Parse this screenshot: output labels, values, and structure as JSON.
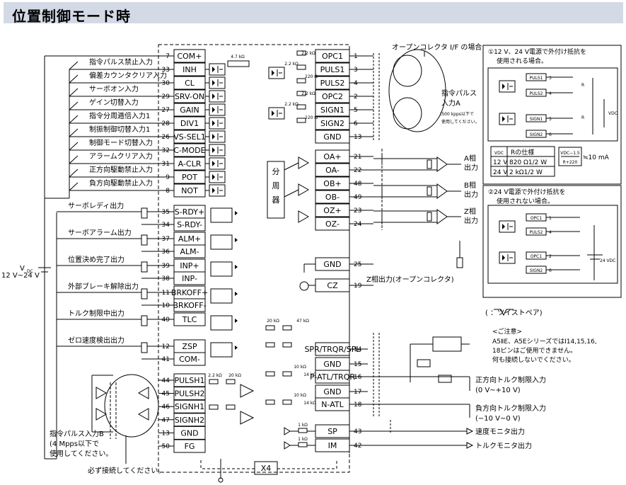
{
  "title": "位置制御モード時",
  "left_inputs": [
    {
      "pin": "7",
      "name": "COM+",
      "label": ""
    },
    {
      "pin": "33",
      "name": "INH",
      "label": "指令パルス禁止入力"
    },
    {
      "pin": "30",
      "name": "CL",
      "label": "偏差カウンタクリア入力"
    },
    {
      "pin": "29",
      "name": "SRV-ON",
      "label": "サーボオン入力"
    },
    {
      "pin": "27",
      "name": "GAIN",
      "label": "ゲイン切替入力"
    },
    {
      "pin": "28",
      "name": "DIV1",
      "label": "指令分周逓倍入力1"
    },
    {
      "pin": "26",
      "name": "VS-SEL1",
      "label": "制振制御切替入力1"
    },
    {
      "pin": "32",
      "name": "C-MODE",
      "label": "制御モード切替入力"
    },
    {
      "pin": "31",
      "name": "A-CLR",
      "label": "アラームクリア入力"
    },
    {
      "pin": "9",
      "name": "POT",
      "label": "正方向駆動禁止入力"
    },
    {
      "pin": "8",
      "name": "NOT",
      "label": "負方向駆動禁止入力"
    }
  ],
  "left_outputs": [
    {
      "p1": "35",
      "n1": "S-RDY+",
      "p2": "34",
      "n2": "S-RDY-",
      "label": "サーボレディ出力"
    },
    {
      "p1": "37",
      "n1": "ALM+",
      "p2": "36",
      "n2": "ALM-",
      "label": "サーボアラーム出力"
    },
    {
      "p1": "39",
      "n1": "INP+",
      "p2": "38",
      "n2": "INP-",
      "label": "位置決め完了出力"
    },
    {
      "p1": "11",
      "n1": "BRKOFF+",
      "p2": "10",
      "n2": "BRKOFF-",
      "label": "外部ブレーキ解除出力"
    },
    {
      "p1": "40",
      "n1": "TLC",
      "p2": "",
      "n2": "",
      "label": "トルク制限中出力"
    },
    {
      "p1": "12",
      "n1": "ZSP",
      "p2": "41",
      "n2": "COM-",
      "label": "ゼロ速度検出出力"
    }
  ],
  "pulse_b": [
    {
      "pin": "44",
      "name": "PULSH1"
    },
    {
      "pin": "45",
      "name": "PULSH2"
    },
    {
      "pin": "46",
      "name": "SIGNH1"
    },
    {
      "pin": "47",
      "name": "SIGNH2"
    },
    {
      "pin": "13",
      "name": "GND"
    },
    {
      "pin": "50",
      "name": "FG"
    }
  ],
  "right_pins": [
    {
      "pin": "1",
      "name": "OPC1"
    },
    {
      "pin": "3",
      "name": "PULS1"
    },
    {
      "pin": "4",
      "name": "PULS2"
    },
    {
      "pin": "2",
      "name": "OPC2"
    },
    {
      "pin": "5",
      "name": "SIGN1"
    },
    {
      "pin": "6",
      "name": "SIGN2"
    },
    {
      "pin": "13",
      "name": "GND"
    },
    {
      "pin": "21",
      "name": "OA+"
    },
    {
      "pin": "22",
      "name": "OA-"
    },
    {
      "pin": "48",
      "name": "OB+"
    },
    {
      "pin": "49",
      "name": "OB-"
    },
    {
      "pin": "23",
      "name": "OZ+"
    },
    {
      "pin": "24",
      "name": "OZ-"
    },
    {
      "pin": "25",
      "name": "GND"
    },
    {
      "pin": "19",
      "name": "CZ"
    }
  ],
  "analog_pins": [
    {
      "pin": "14",
      "name": "SPR/TRQR/SPL"
    },
    {
      "pin": "15",
      "name": "GND"
    },
    {
      "pin": "16",
      "name": "P-ATL/TRQR"
    },
    {
      "pin": "17",
      "name": "GND"
    },
    {
      "pin": "18",
      "name": "N-ATL"
    },
    {
      "pin": "43",
      "name": "SP"
    },
    {
      "pin": "42",
      "name": "IM"
    }
  ],
  "labels": {
    "vdc": "V",
    "vdc_sub": "DC",
    "vdc_range": "12 V~24 V",
    "open_collector_if": "オープンコレクタ I/F の場合",
    "pulse_a_1": "指令パルス",
    "pulse_a_2": "入力A",
    "pulse_a_3": "(500 kpps以下で",
    "pulse_a_4": "使用してください。",
    "divider": "分周器",
    "a_phase_1": "A相",
    "a_phase_2": "出力",
    "b_phase_1": "B相",
    "b_phase_2": "出力",
    "z_phase_1": "Z相",
    "z_phase_2": "出力",
    "z_open_collector": "Z相出力(オープンコレクタ)",
    "twisted_pair": "(     ：ツイストペア)",
    "note_title": "<ご注意>",
    "note_1": "A5ⅡE、A5EシリーズではI14,15,16,",
    "note_2": "18ピンはご使用できません。",
    "note_3": "何も接続しないでください。",
    "pulse_b_1": "指令パルス入力B",
    "pulse_b_2": "(4 Mpps以下で",
    "pulse_b_3": "使用してください。",
    "must_connect": "必ず接続してください。",
    "x4": "X4",
    "torque_plus_1": "正方向トルク制限入力",
    "torque_plus_2": "(0 V~+10 V)",
    "torque_minus_1": "負方向トルク制限入力",
    "torque_minus_2": "(−10 V~0 V)",
    "speed_monitor": "速度モニタ出力",
    "torque_monitor": "トルクモニタ出力",
    "r_4k7": "4.7 kΩ",
    "r_2k2": "2.2 kΩ",
    "r_220": "220 Ω",
    "r_1k": "1 kΩ",
    "r_20k": "20 kΩ",
    "r_47k": "47 kΩ",
    "r_10k": "10 kΩ",
    "r_14k": "14 kΩ"
  },
  "ext1": {
    "title_1": "①12 V、24 V電源で外付け抵抗を",
    "title_2": "使用される場合。",
    "col_vdc": "VDC",
    "col_r": "Rの仕様",
    "row1_v": "12 V",
    "row1_r": "820 Ω1/2 W",
    "row2_v": "24 V",
    "row2_r": "2 kΩ1/2 W",
    "formula_top": "VDC−1.5",
    "formula_bottom": "R+220",
    "formula_result": "≒10 mA",
    "r_label": "R",
    "vdc_label": "VDC"
  },
  "ext2": {
    "title_1": "②24 V電源で外付け抵抗を",
    "title_2": "使用されない場合。",
    "v_label": "24 VDC"
  },
  "ext_pins": [
    {
      "pin": "3",
      "name": "PULS1"
    },
    {
      "pin": "4",
      "name": "PULS2"
    },
    {
      "pin": "5",
      "name": "SIGN1"
    },
    {
      "pin": "6",
      "name": "SIGN2"
    }
  ],
  "ext2_pins": [
    {
      "pin": "1",
      "name": "OPC1"
    },
    {
      "pin": "4",
      "name": "PULS2"
    },
    {
      "pin": "2",
      "name": "OPC1"
    },
    {
      "pin": "6",
      "name": "SIGN2"
    }
  ]
}
